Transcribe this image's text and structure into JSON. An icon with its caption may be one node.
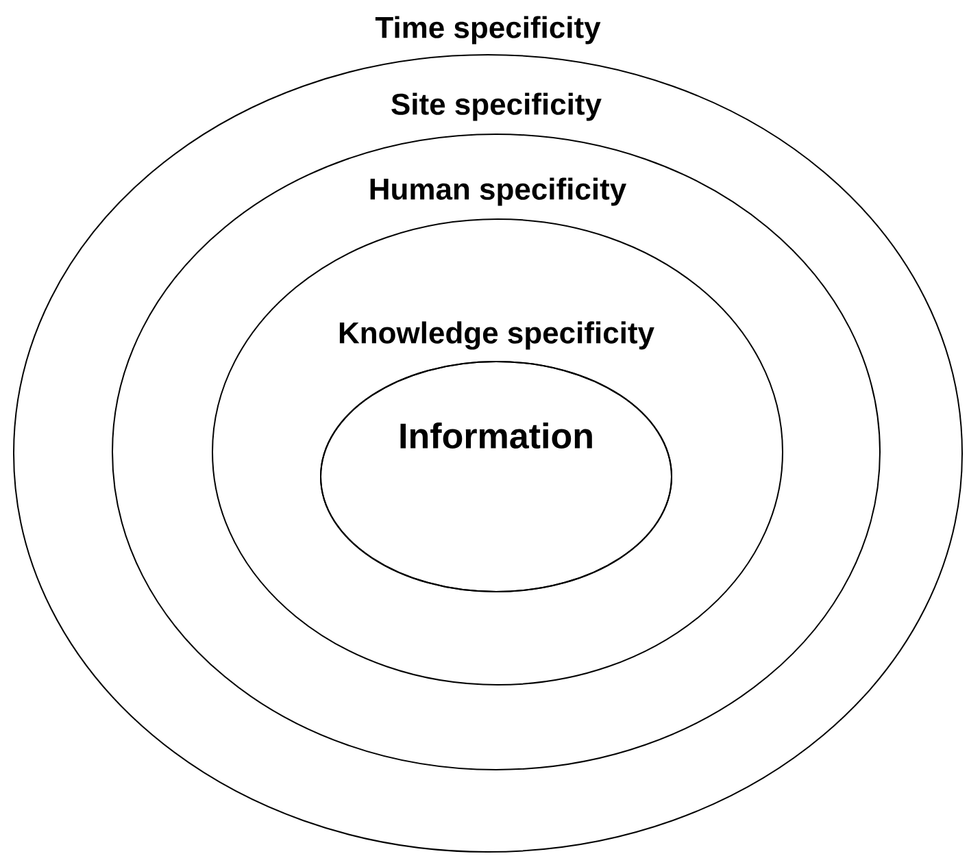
{
  "diagram": {
    "nodes": [
      {
        "text": [
          "Time specificity"
        ]
      },
      {
        "text": [
          "Site specificity"
        ],
        "in": 0
      },
      {
        "text": [
          "Human specificity"
        ],
        "in": 1
      },
      {
        "text": [
          "Knowledge specificity"
        ],
        "in": 2
      },
      {
        "text": [
          "Information"
        ],
        "in": 3
      }
    ]
  }
}
